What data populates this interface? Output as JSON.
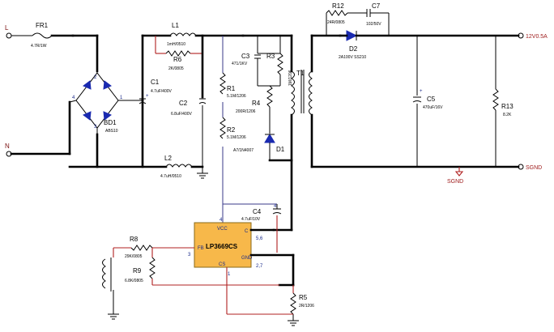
{
  "terminals": {
    "L": "L",
    "N": "N",
    "out_pos": "12V0.5A",
    "out_neg": "SGND",
    "sgnd": "SGND"
  },
  "components": {
    "FR1": {
      "ref": "FR1",
      "value": "4.7R/1W"
    },
    "L1": {
      "ref": "L1",
      "value": "1mH/0510"
    },
    "L2": {
      "ref": "L2",
      "value": "4.7uH/0510"
    },
    "R6": {
      "ref": "R6",
      "value": "2K/0805"
    },
    "C1": {
      "ref": "C1",
      "value": "4.7uF/400V"
    },
    "C2": {
      "ref": "C2",
      "value": "6.8uF/400V"
    },
    "BD1": {
      "ref": "BD1",
      "value": "ABS10"
    },
    "R1": {
      "ref": "R1",
      "value": "5.1M/1206"
    },
    "R2": {
      "ref": "R2",
      "value": "5.1M/1206"
    },
    "C3": {
      "ref": "C3",
      "value": "471/1KV"
    },
    "R3": {
      "ref": "R3",
      "value": "1M/1206"
    },
    "R4": {
      "ref": "R4",
      "value": "200R/1206"
    },
    "D1": {
      "ref": "D1",
      "value": "A7/1N4007"
    },
    "T1": {
      "ref": "T1"
    },
    "R12": {
      "ref": "R12",
      "value": "24R/0805"
    },
    "C7": {
      "ref": "C7",
      "value": "102/50V"
    },
    "D2": {
      "ref": "D2",
      "value": "2A100V SS210"
    },
    "C5": {
      "ref": "C5",
      "value": "470uF/16V"
    },
    "R13": {
      "ref": "R13",
      "value": "8.2K"
    },
    "C4": {
      "ref": "C4",
      "value": "4.7uF/10V"
    },
    "R8": {
      "ref": "R8",
      "value": "29K/0805"
    },
    "R9": {
      "ref": "R9",
      "value": "6.8K/0805"
    },
    "R5": {
      "ref": "R5",
      "value": "2R/1206"
    },
    "U1": {
      "ref": "LP3669CS"
    }
  },
  "pins": {
    "bridge_1": "1",
    "bridge_2": "2",
    "bridge_3": "3",
    "bridge_4": "4",
    "vcc_num": "4",
    "vcc": "VCC",
    "fb": "FB",
    "fb_num": "3",
    "c": "C",
    "c_num": "5,6",
    "gnd": "GND",
    "gnd_num": "2,7",
    "cs": "CS",
    "cs_num": "1",
    "c4_plus": "+",
    "c5_plus": "+",
    "c1_plus": "+",
    "c4_num": "4"
  },
  "colors": {
    "wire": "#000000",
    "diode": "#1a2ab0",
    "sense": "#b02020",
    "chip": "#f7b84a"
  }
}
